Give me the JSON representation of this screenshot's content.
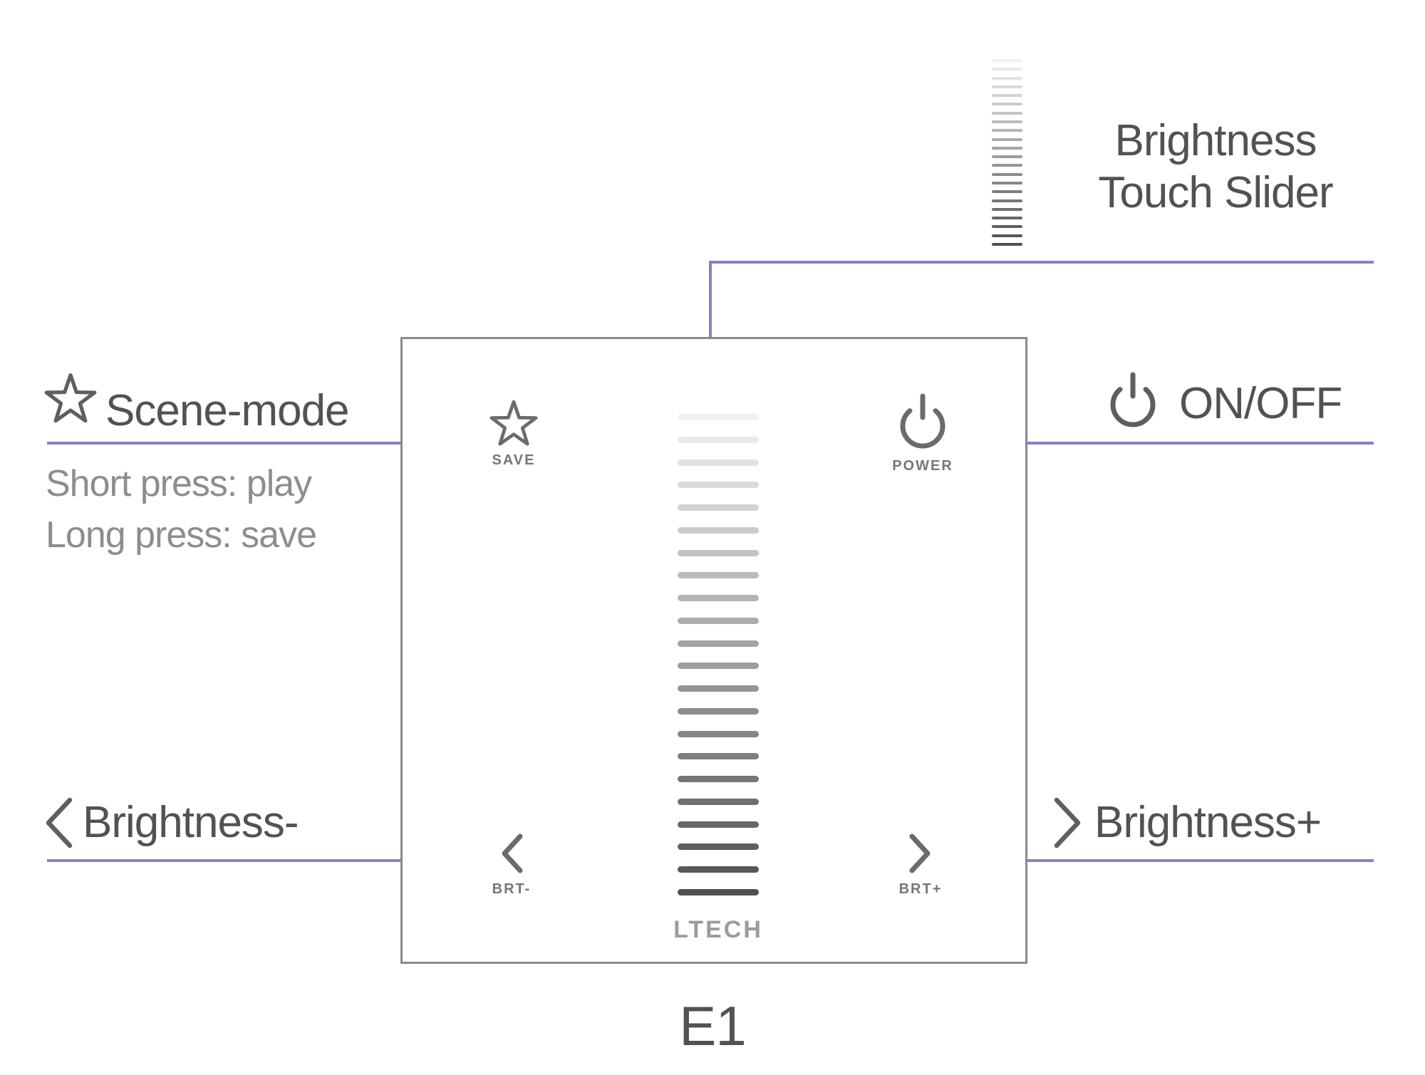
{
  "device": {
    "model_label": "E1",
    "brand_logo": "LTECH"
  },
  "panel_buttons": {
    "save_label": "SAVE",
    "power_label": "POWER",
    "brt_minus_label": "BRT-",
    "brt_plus_label": "BRT+"
  },
  "slider": {
    "bar_count": 22,
    "top_color": "#f1f1f1",
    "bottom_color": "#505050"
  },
  "annotations": {
    "touch_slider_line1": "Brightness",
    "touch_slider_line2": "Touch Slider",
    "scene_title": "Scene-mode",
    "scene_sub1": "Short press: play",
    "scene_sub2": "Long press: save",
    "onoff_label": "ON/OFF",
    "brightness_minus_label": "Brightness-",
    "brightness_plus_label": "Brightness+"
  },
  "icons": {
    "scene": "star-outline",
    "power": "power-symbol",
    "decrease": "chevron-left",
    "increase": "chevron-right",
    "slider": "brightness-gradient-bars"
  },
  "colors": {
    "connector": "#8b7fc4",
    "panel_border": "#8a8a8a",
    "heading_text": "#525252",
    "sub_text": "#8d8d8d",
    "icon_stroke": "#6b6b6b",
    "annotation_icon_stroke": "#5f5f5f",
    "button_label": "#767676",
    "logo": "#9c9c9c"
  }
}
